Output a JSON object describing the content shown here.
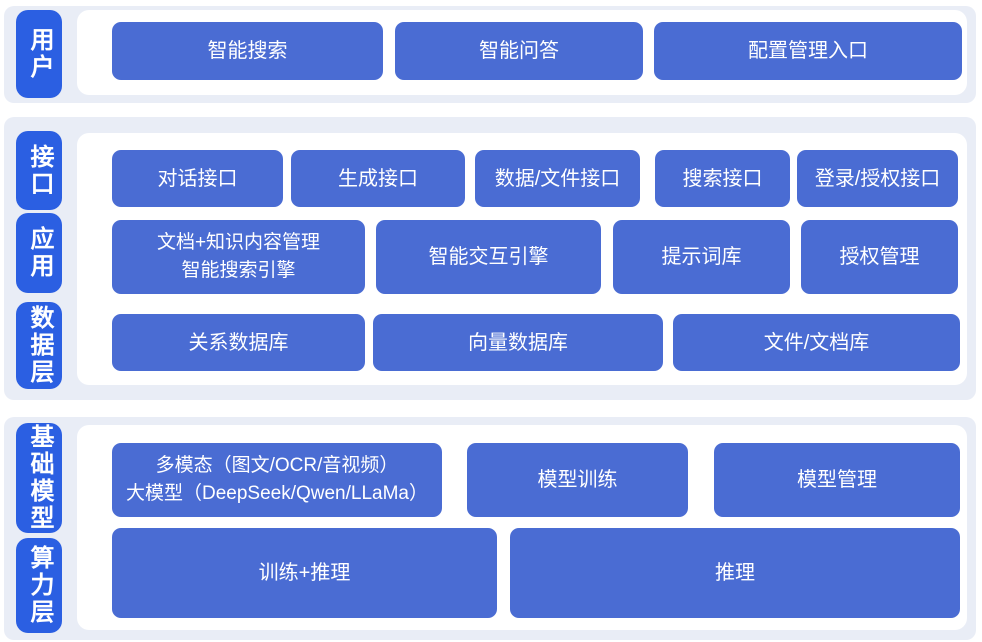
{
  "colors": {
    "layer_pill": "#2b5fe2",
    "node_button": "#4a6cd3",
    "band_background": "#e9edf6",
    "panel_background": "#ffffff",
    "text": "#ffffff"
  },
  "layers": {
    "user": "用户",
    "interface": "接口",
    "application": "应用",
    "data": "数据层",
    "foundation_model": "基础模型",
    "compute": "算力层"
  },
  "nodes": {
    "smart_search": "智能搜索",
    "smart_qa": "智能问答",
    "config_entry": "配置管理入口",
    "dialog_api": "对话接口",
    "generation_api": "生成接口",
    "data_file_api": "数据/文件接口",
    "search_api": "搜索接口",
    "login_auth_api": "登录/授权接口",
    "doc_knowledge_line1": "文档+知识内容管理",
    "doc_knowledge_line2": "智能搜索引擎",
    "interaction_engine": "智能交互引擎",
    "prompt_library": "提示词库",
    "auth_management": "授权管理",
    "relational_db": "关系数据库",
    "vector_db": "向量数据库",
    "file_doc_store": "文件/文档库",
    "multimodal_line1": "多模态（图文/OCR/音视频）",
    "multimodal_line2": "大模型（DeepSeek/Qwen/LLaMa）",
    "model_training": "模型训练",
    "model_management": "模型管理",
    "training_inference": "训练+推理",
    "inference": "推理"
  }
}
